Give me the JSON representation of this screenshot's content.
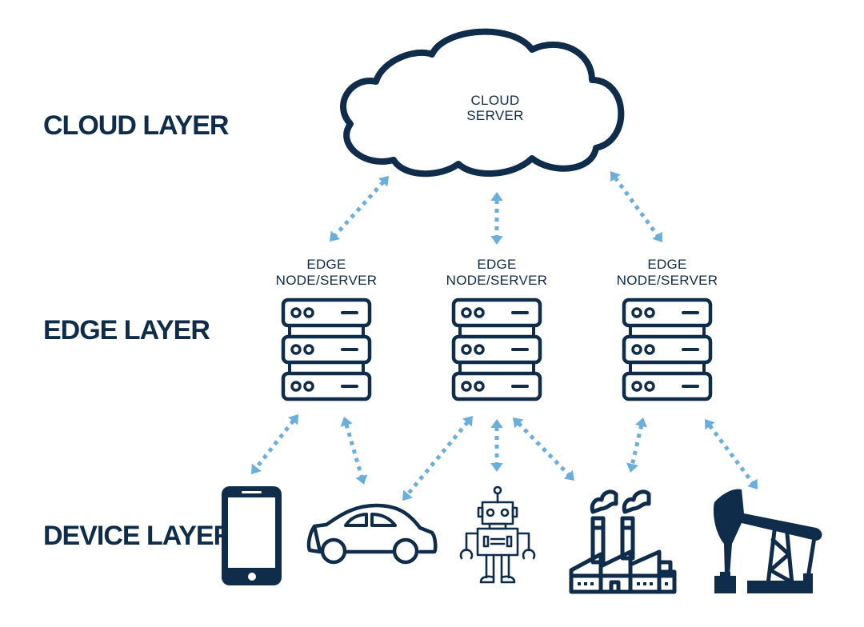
{
  "diagram": {
    "type": "edge-computing-architecture",
    "colors": {
      "primary": "#0f2d4a",
      "arrow": "#6aafdc",
      "background": "#ffffff"
    },
    "layers": [
      {
        "id": "cloud",
        "label": "CLOUD LAYER"
      },
      {
        "id": "edge",
        "label": "EDGE LAYER"
      },
      {
        "id": "device",
        "label": "DEVICE LAYER"
      }
    ],
    "cloud": {
      "label_line1": "CLOUD",
      "label_line2": "SERVER",
      "icon": "cloud-icon"
    },
    "edge_nodes": [
      {
        "id": "edge-1",
        "label_line1": "EDGE",
        "label_line2": "NODE/SERVER",
        "icon": "server-rack-icon"
      },
      {
        "id": "edge-2",
        "label_line1": "EDGE",
        "label_line2": "NODE/SERVER",
        "icon": "server-rack-icon"
      },
      {
        "id": "edge-3",
        "label_line1": "EDGE",
        "label_line2": "NODE/SERVER",
        "icon": "server-rack-icon"
      }
    ],
    "devices": [
      {
        "id": "smartphone",
        "icon": "smartphone-icon"
      },
      {
        "id": "car",
        "icon": "car-icon"
      },
      {
        "id": "robot",
        "icon": "robot-icon"
      },
      {
        "id": "factory",
        "icon": "factory-icon"
      },
      {
        "id": "oil-pump",
        "icon": "oil-pump-jack-icon"
      }
    ],
    "connections": [
      {
        "from": "cloud",
        "to": "edge-1",
        "style": "bidirectional-dotted"
      },
      {
        "from": "cloud",
        "to": "edge-2",
        "style": "bidirectional-dotted"
      },
      {
        "from": "cloud",
        "to": "edge-3",
        "style": "bidirectional-dotted"
      },
      {
        "from": "edge-1",
        "to": "smartphone",
        "style": "bidirectional-dotted"
      },
      {
        "from": "edge-1",
        "to": "car",
        "style": "bidirectional-dotted"
      },
      {
        "from": "edge-2",
        "to": "car",
        "style": "bidirectional-dotted"
      },
      {
        "from": "edge-2",
        "to": "robot",
        "style": "bidirectional-dotted"
      },
      {
        "from": "edge-2",
        "to": "factory",
        "style": "bidirectional-dotted"
      },
      {
        "from": "edge-3",
        "to": "factory",
        "style": "bidirectional-dotted"
      },
      {
        "from": "edge-3",
        "to": "oil-pump",
        "style": "bidirectional-dotted"
      }
    ]
  }
}
